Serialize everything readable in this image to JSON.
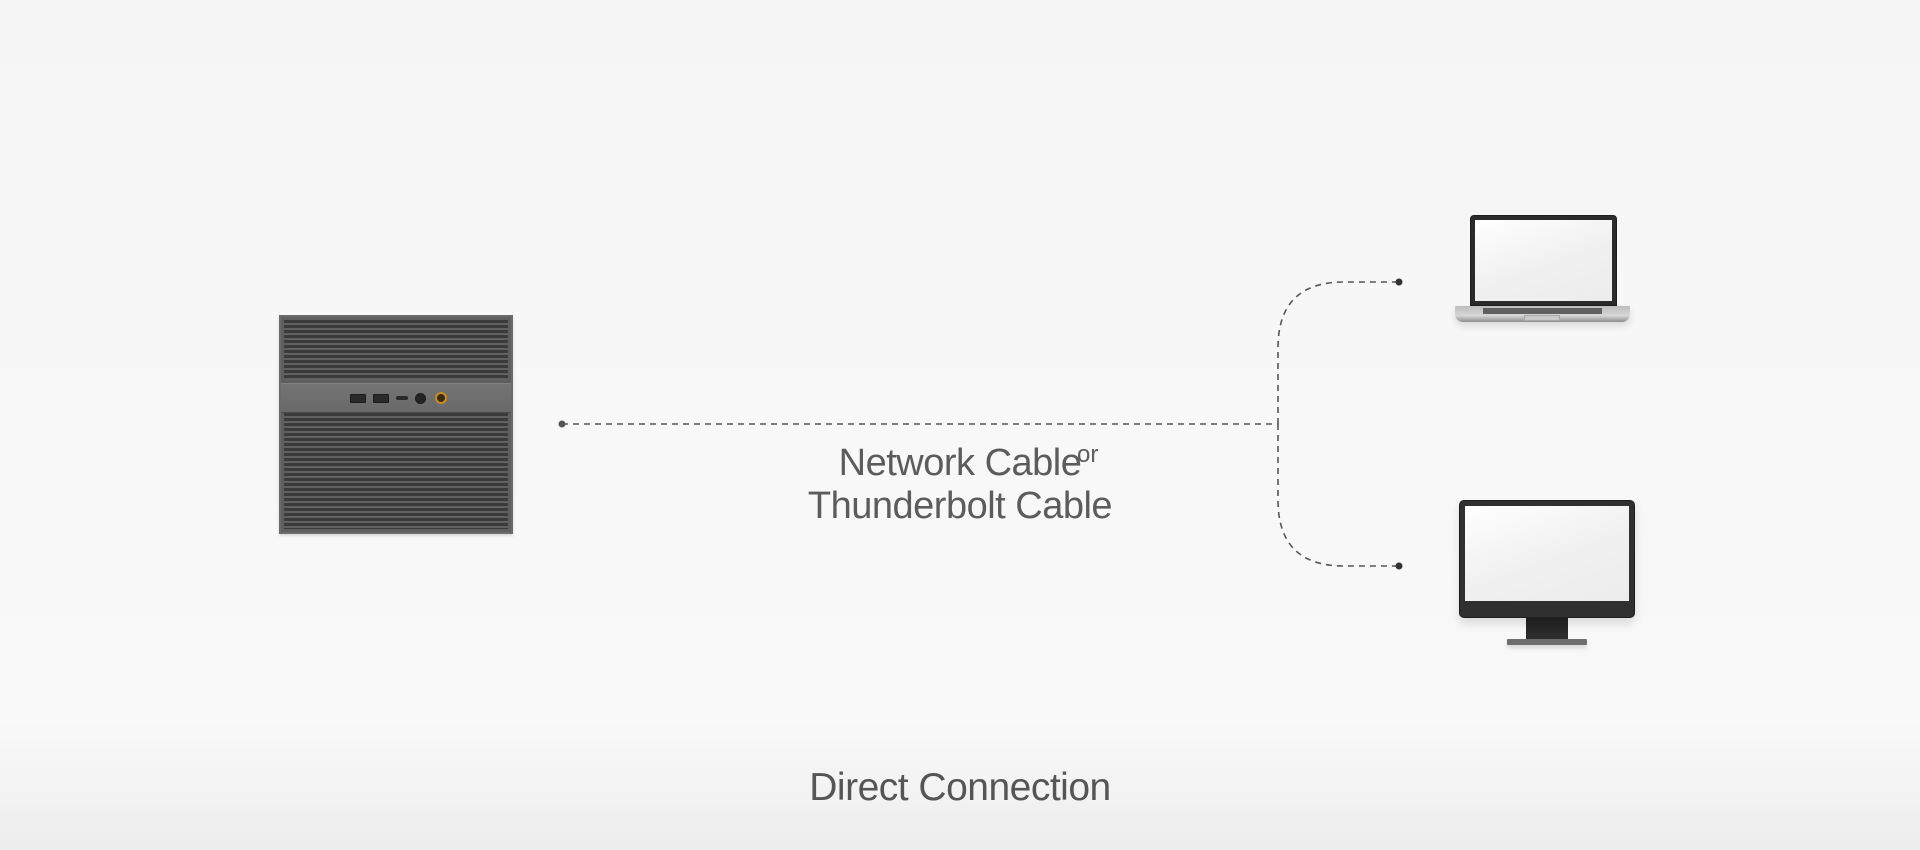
{
  "diagram": {
    "title": "Direct Connection",
    "connection_label": {
      "line1": "Network Cable",
      "or": "or",
      "line2": "Thunderbolt Cable"
    },
    "nodes": [
      {
        "id": "nas",
        "icon": "nas-device-icon"
      },
      {
        "id": "laptop",
        "icon": "laptop-icon"
      },
      {
        "id": "desktop",
        "icon": "desktop-monitor-icon"
      }
    ],
    "edges": [
      {
        "from": "nas",
        "to": "laptop",
        "style": "dashed"
      },
      {
        "from": "nas",
        "to": "desktop",
        "style": "dashed"
      }
    ]
  },
  "colors": {
    "background": "#f7f7f7",
    "device_dark": "#5f5f60",
    "connector_line": "#555555",
    "label_text": "#5c5c5c",
    "power_port_accent": "#c7901e"
  }
}
